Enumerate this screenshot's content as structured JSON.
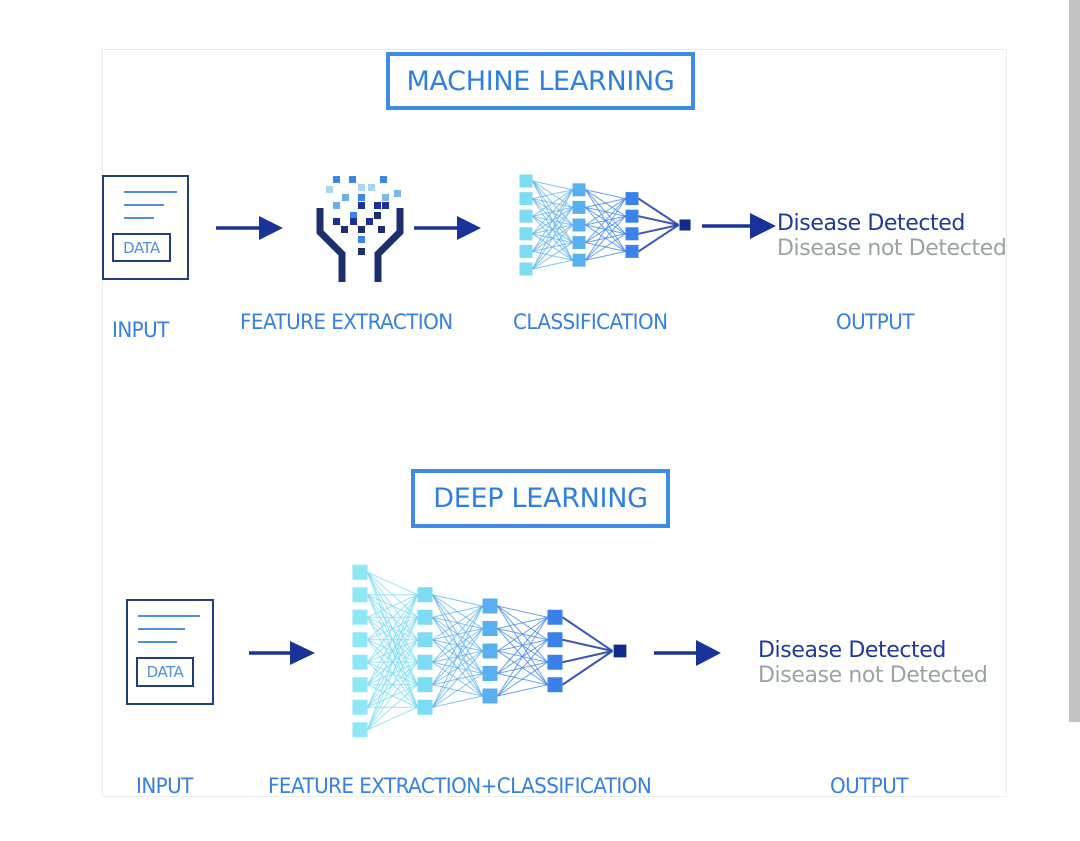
{
  "colors": {
    "title_border": "#3d8be6",
    "title_text": "#2f7fe0",
    "label_text": "#3580e0",
    "doc_border": "#233f7a",
    "doc_lines": "#4f8fe0",
    "arrow": "#1a3399",
    "positive_output": "#1f3a9a",
    "negative_output": "#9aa3a3",
    "layer_colors": [
      "#8fe6f5",
      "#7bdcf2",
      "#5ab0ee",
      "#3a82ea",
      "#0f2a8c"
    ],
    "funnel": "#1c2f6b"
  },
  "machine_learning": {
    "title": "MACHINE LEARNING",
    "input": {
      "doc_label": "DATA",
      "caption": "INPUT"
    },
    "feature_extraction": {
      "caption": "FEATURE EXTRACTION"
    },
    "classification": {
      "caption": "CLASSIFICATION",
      "layers": [
        6,
        5,
        4,
        1
      ]
    },
    "output": {
      "caption": "OUTPUT",
      "positive": "Disease Detected",
      "negative": "Disease not Detected"
    }
  },
  "deep_learning": {
    "title": "DEEP LEARNING",
    "input": {
      "doc_label": "DATA",
      "caption": "INPUT"
    },
    "network": {
      "caption": "FEATURE EXTRACTION+CLASSIFICATION",
      "layers": [
        8,
        6,
        5,
        4,
        1
      ]
    },
    "output": {
      "caption": "OUTPUT",
      "positive": "Disease Detected",
      "negative": "Disease not Detected"
    }
  }
}
